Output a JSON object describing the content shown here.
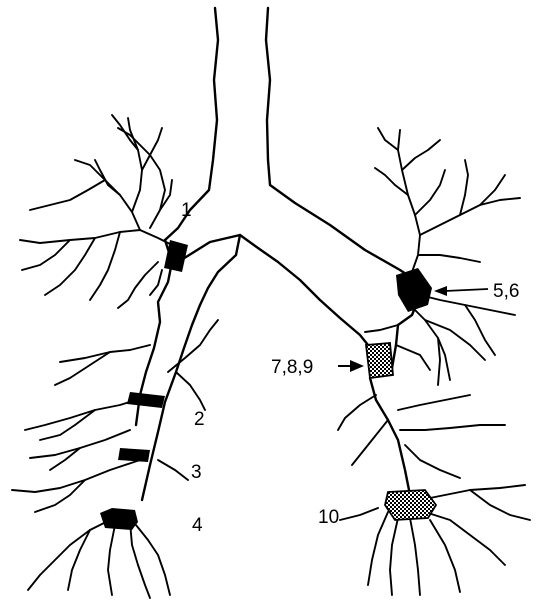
{
  "labels": {
    "seg1": "1",
    "seg2": "2",
    "seg3": "3",
    "seg4": "4",
    "seg56": "5,6",
    "seg789": "7,8,9",
    "seg10": "10"
  },
  "colors": {
    "line": "#000000",
    "solid_block": "#000000",
    "checkered_block": "#000000",
    "background": "#ffffff"
  }
}
